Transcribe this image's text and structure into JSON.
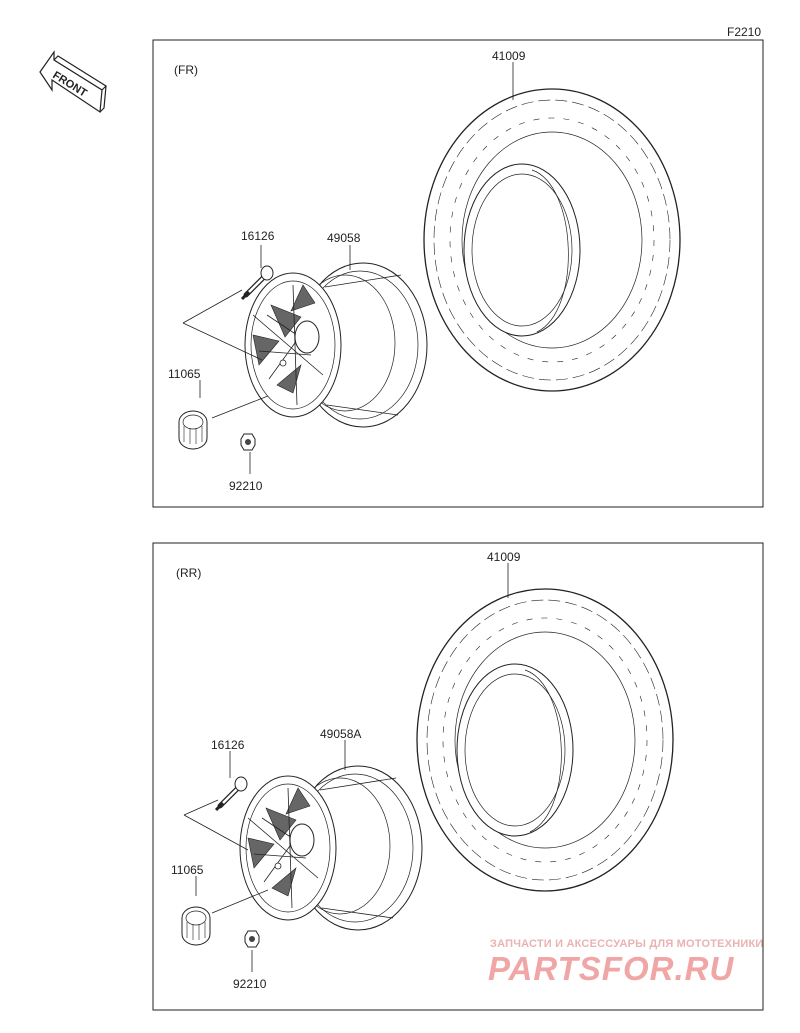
{
  "figure_code": "F2210",
  "front_label": "FRONT",
  "panels": [
    {
      "label": "(FR)",
      "parts": {
        "tire": "41009",
        "rim": "49058",
        "valve": "16126",
        "cap": "11065",
        "nut": "92210"
      }
    },
    {
      "label": "(RR)",
      "parts": {
        "tire": "41009",
        "rim": "49058A",
        "valve": "16126",
        "cap": "11065",
        "nut": "92210"
      }
    }
  ],
  "watermark": {
    "tagline": "ЗАПЧАСТИ И АКСЕССУАРЫ ДЛЯ МОТОТЕХНИКИ",
    "brand": "PARTSFOR.RU"
  },
  "colors": {
    "line": "#222222",
    "watermark": "#f1a6a6"
  }
}
